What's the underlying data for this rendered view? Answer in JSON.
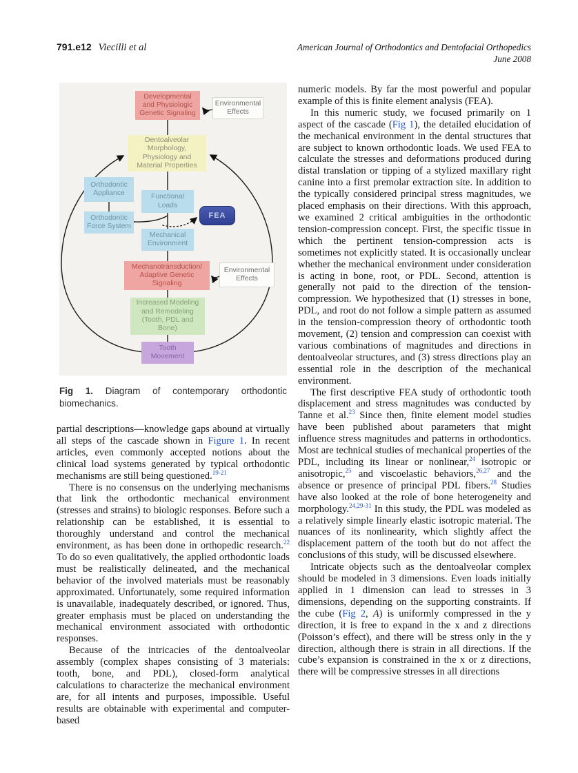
{
  "colors": {
    "text": "#161616",
    "link": "#2553c4",
    "fig-bg": "#f3f2ef",
    "pink-bg": "#efa6a2",
    "pink-text": "#b4504b",
    "yellow-bg": "#f4f1c2",
    "yellow-text": "#8e8e78",
    "blue-bg": "#b9ddec",
    "blue-text": "#6f93a4",
    "green-bg": "#cfe7bf",
    "green-text": "#87a17b",
    "purple-bg": "#c6a6dc",
    "purple-text": "#8a63a6",
    "white-box-bg": "#fcfcfb",
    "white-box-border": "#d9d9d4",
    "white-box-text": "#6e6e6e",
    "fea-bg1": "#4a5cb0",
    "fea-bg2": "#303f92",
    "fea-text": "#c9d3ef"
  },
  "header": {
    "page_number": "791.e12",
    "authors": "Viecilli et al",
    "journal_line1": "American Journal of Orthodontics and Dentofacial Orthopedics",
    "journal_line2": "June 2008"
  },
  "figure": {
    "caption_label": "Fig 1.",
    "caption_text": " Diagram of contemporary orthodontic biomechanics.",
    "boxes": {
      "dev_signaling": "Developmental and Physiologic Genetic Signaling",
      "env_effects_top": "Environmental Effects",
      "dentoalveolar": "Dentoalveolar Morphology, Physiology and Material Properties",
      "orth_appliance": "Orthodontic Appliance",
      "orth_force": "Orthodontic Force System",
      "functional_loads": "Functional Loads",
      "fea": "FEA",
      "mech_env": "Mechanical Environment",
      "mechanotransduction": "Mechanotransduction/ Adaptive Genetic Signaling",
      "env_effects_mid": "Environmental Effects",
      "modeling": "Increased Modeling and Remodeling (Tooth, PDL and Bone)",
      "tooth_movement": "Tooth Movement"
    }
  },
  "left_column": {
    "p1": {
      "s0": "partial descriptions—knowledge gaps abound at virtually all steps of the cascade shown in ",
      "s1": "Figure 1",
      "s2": ". In recent articles, even commonly accepted notions about the clinical load systems generated by typical orthodontic mechanisms are still being questioned.",
      "s3": "19-21"
    },
    "p2": {
      "s0": "There is no consensus on the underlying mechanisms that link the orthodontic mechanical environment (stresses and strains) to biologic responses. Before such a relationship can be established, it is essential to thoroughly understand and control the mechanical environment, as has been done in orthopedic research.",
      "s1": "22",
      "s2": " To do so even qualitatively, the applied orthodontic loads must be realistically delineated, and the mechanical behavior of the involved materials must be reasonably approximated. Unfortunately, some required information is unavailable, inadequately described, or ignored. Thus, greater emphasis must be placed on understanding the mechanical environment associated with orthodontic responses."
    },
    "p3": {
      "s0": "Because of the intricacies of the dentoalveolar assembly (complex shapes consisting of 3 materials: tooth, bone, and PDL), closed-form analytical calculations to characterize the mechanical environment are, for all intents and purposes, impossible. Useful results are obtainable with experimental and computer-based"
    }
  },
  "right_column": {
    "p1": {
      "s0": "numeric models. By far the most powerful and popular example of this is finite element analysis (FEA)."
    },
    "p2": {
      "s0": "In this numeric study, we focused primarily on 1 aspect of the cascade (",
      "s1": "Fig 1",
      "s2": "), the detailed elucidation of the mechanical environment in the dental structures that are subject to known orthodontic loads. We used FEA to calculate the stresses and deformations produced during distal translation or tipping of a stylized maxillary right canine into a first premolar extraction site. In addition to the typically considered principal stress magnitudes, we placed emphasis on their directions. With this approach, we examined 2 critical ambiguities in the orthodontic tension-compression concept. First, the specific tissue in which the pertinent tension-compression acts is sometimes not explicitly stated. It is occasionally unclear whether the mechanical environment under consideration is acting in bone, root, or PDL. Second, attention is generally not paid to the direction of the tension-compression. We hypothesized that (1) stresses in bone, PDL, and root do not follow a simple pattern as assumed in the tension-compression theory of orthodontic tooth movement, (2) tension and compression can coexist with various combinations of magnitudes and directions in dentoalveolar structures, and (3) stress directions play an essential role in the description of the mechanical environment."
    },
    "p3": {
      "s0": "The first descriptive FEA study of orthodontic tooth displacement and stress magnitudes was conducted by Tanne et al.",
      "s1": "23",
      "s2": " Since then, finite element model studies have been published about parameters that might influence stress magnitudes and patterns in orthodontics. Most are technical studies of mechanical properties of the PDL, including its linear or nonlinear,",
      "s3": "24",
      "s4": " isotropic or anisotropic,",
      "s5": "25",
      "s6": " and viscoelastic behaviors,",
      "s7": "26,27",
      "s8": " and the absence or presence of principal PDL fibers.",
      "s9": "28",
      "s10": " Studies have also looked at the role of bone heterogeneity and morphology.",
      "s11": "24,29-31",
      "s12": " In this study, the PDL was modeled as a relatively simple linearly elastic isotropic material. The nuances of its nonlinearity, which slightly affect the displacement pattern of the tooth but do not affect the conclusions of this study, will be discussed elsewhere."
    },
    "p4": {
      "s0": "Intricate objects such as the dentoalveolar complex should be modeled in 3 dimensions. Even loads initially applied in 1 dimension can lead to stresses in 3 dimensions, depending on the supporting constraints. If the cube (",
      "s1": "Fig 2",
      "s2": ", ",
      "s3": "A",
      "s4": ") is uniformly compressed in the y direction, it is free to expand in the x and z directions (Poisson’s effect), and there will be stress only in the y direction, although there is strain in all directions. If the cube’s expansion is constrained in the x or z directions, there will be compressive stresses in all directions"
    }
  }
}
